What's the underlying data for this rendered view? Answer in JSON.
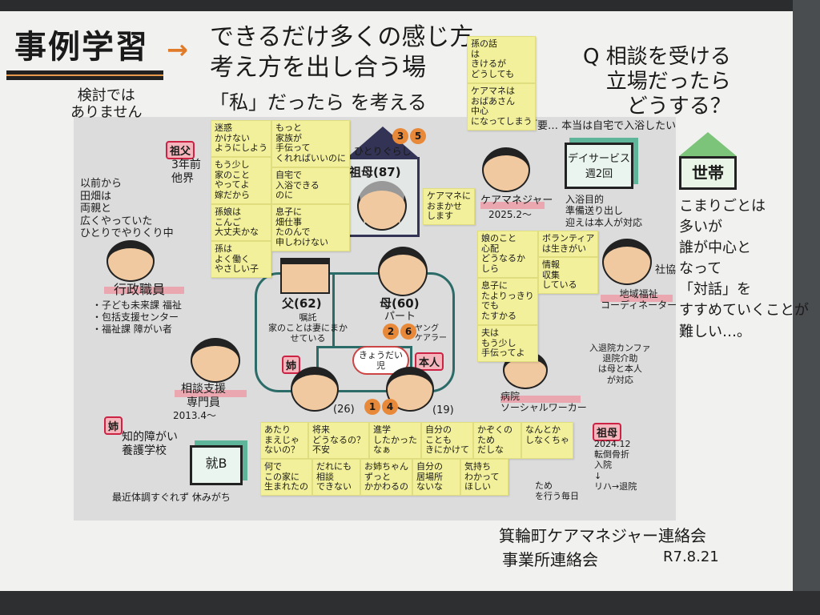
{
  "header": {
    "title": "事例学習",
    "arrow": "→",
    "lead_line1": "できるだけ多くの感じ方",
    "lead_line2": "考え方を出し合う場",
    "subline": "「私」だったら を考える",
    "not_review": "検討では\nありません"
  },
  "question": "Q 相談を受ける\n立場だったら\nどうする？",
  "household": {
    "label": "世帯",
    "note": "こまりごとは\n多いが\n誰が中心と\nなって\n「対話」を\nすすめていくことが\n難しい…。"
  },
  "footer": {
    "org1": "箕輪町ケアマネジャー連絡会",
    "org2": "事業所連絡会",
    "date": "R7.8.21"
  },
  "diagram": {
    "grandfather": {
      "tag": "祖父",
      "note": "3年前\n他界"
    },
    "grandfather_history": "以前から\n田畑は\n両親と\n広くやっていた\nひとりでやりくり中",
    "grandmother": {
      "house": "ひとりぐらし",
      "label": "祖母(87)",
      "circles": [
        "3",
        "5"
      ]
    },
    "father": {
      "tag": "父",
      "label": "父(62)",
      "note": "嘱託\n家のことは妻にまか\nせている"
    },
    "mother": {
      "label": "母(60)",
      "job": "パート",
      "circles": [
        "2",
        "6"
      ]
    },
    "sister": {
      "tag": "姉",
      "age": "(26)"
    },
    "self": {
      "tag": "本人",
      "age": "(19)",
      "note": "ヤング\nケアラー",
      "circles": [
        "1",
        "4"
      ]
    },
    "siblings_bubble": "きょうだい\n児",
    "gov_staff": {
      "role": "行政職員",
      "items": [
        "・子ども未来課 福祉",
        "・包括支援センター",
        "・福祉課 障がい者"
      ]
    },
    "consult_staff": {
      "role": "相談支援\n専門員",
      "since": "2013.4〜"
    },
    "sister_info": {
      "tag": "姉",
      "note": "知的障がい\n養護学校",
      "box": "就B",
      "recent": "最近体調すぐれず 休みがち"
    },
    "care_manager": {
      "role": "ケアマネジャー",
      "since": "2025.2〜",
      "quote": "「要… 本当は自宅で入浴したい"
    },
    "day_service": {
      "box": "デイサービス\n週2回",
      "note": "入浴目的\n準備送り出し\n迎えは本人が対応"
    },
    "social_welfare": {
      "org": "社協",
      "role": "地域福祉\nコーディネーター"
    },
    "hospital": {
      "role": "病院\nソーシャルワーカー",
      "note": "入退院カンファ\n退院介助\nは母と本人\nが対応"
    },
    "grandmother_event": {
      "tag": "祖母",
      "note": "2024.12\n転倒骨折\n入院\n↓\nリハ→退院"
    },
    "daily": "ため\nを行う毎日"
  },
  "stickies": [
    "迷惑\nかけない\nようにしよう",
    "もう少し\n家のこと\nやってよ\n嫁だから",
    "孫娘は\nこんご\n大丈夫かな",
    "孫は\nよく働く\nやさしい子",
    "もっと\n家族が\n手伝って\nくれればいいのに",
    "自宅で\n入浴できる\nのに",
    "息子に\n畑仕事\nたのんで\n申しわけない",
    "ケアマネに\nおまかせ\nします",
    "娘のこと\n心配\nどうなるか\nしら",
    "息子に\nたよりっきり\nでも\nたすかる",
    "夫は\nもう少し\n手伝ってよ",
    "ボランティア\nは生きがい",
    "情報\n収集\nしている",
    "孫の話\nは\nきけるが\nどうしても",
    "ケアマネは\nおばあさん\n中心\nになってしまう",
    "あたり\nまえじゃ\nないの？",
    "将来\nどうなるの？\n不安",
    "進学\nしたかった\nなぁ",
    "自分の\nことも\nきにかけて",
    "かぞくの\nため\nだしな",
    "なんとか\nしなくちゃ",
    "何で\nこの家に\n生まれたの",
    "だれにも\n相談\nできない",
    "お姉ちゃん\nずっと\nかかわるの",
    "自分の\n居場所\nないな",
    "気持ち\nわかって\nほしい"
  ]
}
